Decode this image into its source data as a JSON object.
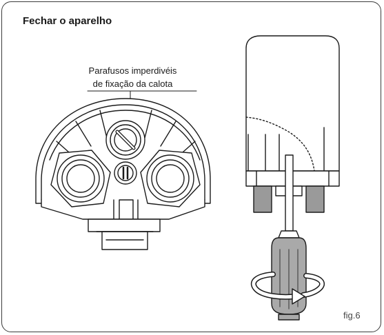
{
  "title": "Fechar o aparelho",
  "callout": {
    "line1": "Parafusos imperdivéis",
    "line2": "de fixação da calota"
  },
  "figure_label": "fig.6",
  "icons": [
    "captive-screw-icon",
    "screwdriver-icon",
    "rotation-arrow-icon",
    "cable-gland-icon"
  ]
}
